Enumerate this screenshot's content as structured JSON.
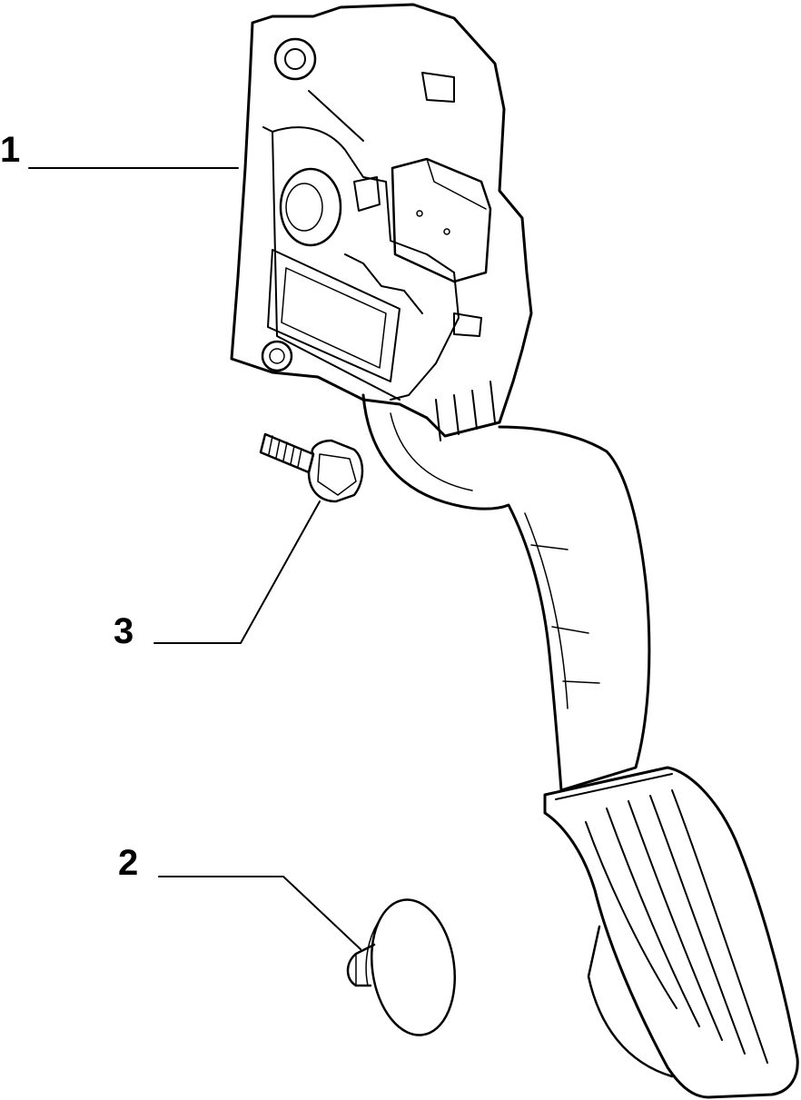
{
  "diagram": {
    "callouts": [
      {
        "id": "1",
        "label": "1"
      },
      {
        "id": "2",
        "label": "2"
      },
      {
        "id": "3",
        "label": "3"
      }
    ],
    "line_color": "#000000",
    "background": "#ffffff"
  }
}
